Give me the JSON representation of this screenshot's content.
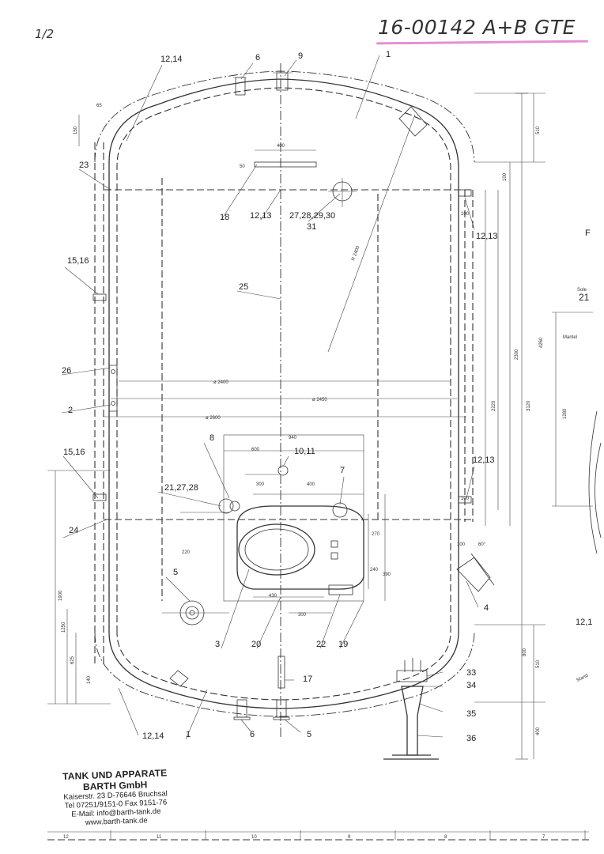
{
  "header": {
    "drawing_number": "16-00142 A+B GTE",
    "sheet": "1/2"
  },
  "company": {
    "name_line1": "TANK UND APPARATE",
    "name_line2": "BARTH GmbH",
    "address": "Kaiserstr. 23  D-76646 Bruchsal",
    "phone": "Tel 07251/9151-0  Fax 9151-76",
    "email": "E-Mail: info@barth-tank.de",
    "web": "www.barth-tank.de"
  },
  "callouts": {
    "c1_top": "1",
    "c1_bottom": "1",
    "c2": "2",
    "c3": "3",
    "c4": "4",
    "c5_left": "5",
    "c5_bottom": "5",
    "c6_top": "6",
    "c6_bottom": "6",
    "c7": "7",
    "c8": "8",
    "c9": "9",
    "c10_11": "10,11",
    "c12_14_top": "12,14",
    "c12_14_bottom": "12,14",
    "c12_13_top": "12,13",
    "c12_13_right": "12,13",
    "c12_13_mid": "12,13",
    "c15_16_upper": "15,16",
    "c15_16_lower": "15,16",
    "c17": "17",
    "c18": "18",
    "c19": "19",
    "c20": "20",
    "c21_27_28": "21,27,28",
    "c22": "22",
    "c23": "23",
    "c24": "24",
    "c25": "25",
    "c26": "26",
    "c27_31_a": "27,28,29,30",
    "c27_31_b": "31",
    "c33": "33",
    "c34": "34",
    "c35": "35",
    "c36": "36"
  },
  "dimensions": {
    "d_4260": "4260",
    "d_3120": "3120",
    "d_2300": "2300",
    "d_2220": "2220",
    "d_1280": "1280",
    "d_1900": "1900",
    "d_1250": "1250",
    "d_625": "625",
    "d_800": "800",
    "d_510_top": "510",
    "d_510_bottom": "510",
    "d_400": "400",
    "d_2400_dia": "ø 2400",
    "d_2450_dia": "ø 2450",
    "d_2600_dia": "ø 2600",
    "d_r2400": "R 2400",
    "d_400_top": "400",
    "d_50": "50",
    "d_100_a": "100",
    "d_100_b": "100",
    "d_100_c": "100",
    "d_100_d": "100",
    "d_940": "940",
    "d_600": "600",
    "d_300_a": "300",
    "d_400_b": "400",
    "d_300_b": "300",
    "d_430": "430",
    "d_270": "270",
    "d_390": "390",
    "d_240": "240",
    "d_220": "220",
    "d_65": "65",
    "d_150": "150",
    "d_140": "140",
    "d_60deg": "60°"
  },
  "right_margin": {
    "frag_1": "F",
    "frag_2": "Sole",
    "frag_3": "21",
    "frag_4": "Mantel",
    "frag_5": "12,1",
    "frag_6": "Stand"
  },
  "ruler": [
    "12",
    "11",
    "10",
    "9",
    "8",
    "7"
  ]
}
